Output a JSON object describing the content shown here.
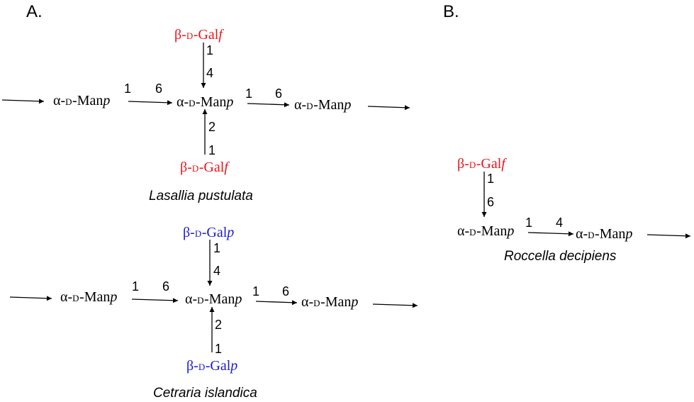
{
  "panels": {
    "a_label": "A.",
    "b_label": "B."
  },
  "structure_1": {
    "species": "Lasallia pustulata",
    "backbone": [
      {
        "prefix": "α-",
        "d": "D",
        "core": "-Man",
        "suffix": "p"
      },
      {
        "prefix": "α-",
        "d": "D",
        "core": "-Man",
        "suffix": "p"
      },
      {
        "prefix": "α-",
        "d": "D",
        "core": "-Man",
        "suffix": "p"
      }
    ],
    "links": [
      {
        "from": "1",
        "to": "6"
      },
      {
        "from": "1",
        "to": "6"
      }
    ],
    "branch_top": {
      "prefix": "β-",
      "d": "D",
      "core": "-Gal",
      "suffix": "f",
      "from": "1",
      "to": "4",
      "color": "#e8141b"
    },
    "branch_bottom": {
      "prefix": "β-",
      "d": "D",
      "core": "-Gal",
      "suffix": "f",
      "from": "1",
      "to": "2",
      "color": "#e8141b"
    }
  },
  "structure_2": {
    "species": "Cetraria islandica",
    "backbone": [
      {
        "prefix": "α-",
        "d": "D",
        "core": "-Man",
        "suffix": "p"
      },
      {
        "prefix": "α-",
        "d": "D",
        "core": "-Man",
        "suffix": "p"
      },
      {
        "prefix": "α-",
        "d": "D",
        "core": "-Man",
        "suffix": "p"
      }
    ],
    "links": [
      {
        "from": "1",
        "to": "6"
      },
      {
        "from": "1",
        "to": "6"
      }
    ],
    "branch_top": {
      "prefix": "β-",
      "d": "D",
      "core": "-Gal",
      "suffix": "p",
      "from": "1",
      "to": "4",
      "color": "#1a1ad6"
    },
    "branch_bottom": {
      "prefix": "β-",
      "d": "D",
      "core": "-Gal",
      "suffix": "p",
      "from": "1",
      "to": "2",
      "color": "#1a1ad6"
    }
  },
  "structure_3": {
    "species": "Roccella decipiens",
    "backbone": [
      {
        "prefix": "α-",
        "d": "D",
        "core": "-Man",
        "suffix": "p"
      },
      {
        "prefix": "α-",
        "d": "D",
        "core": "-Man",
        "suffix": "p"
      }
    ],
    "links": [
      {
        "from": "1",
        "to": "4"
      }
    ],
    "branch_top": {
      "prefix": "β-",
      "d": "D",
      "core": "-Gal",
      "suffix": "f",
      "from": "1",
      "to": "6",
      "color": "#e8141b"
    }
  }
}
